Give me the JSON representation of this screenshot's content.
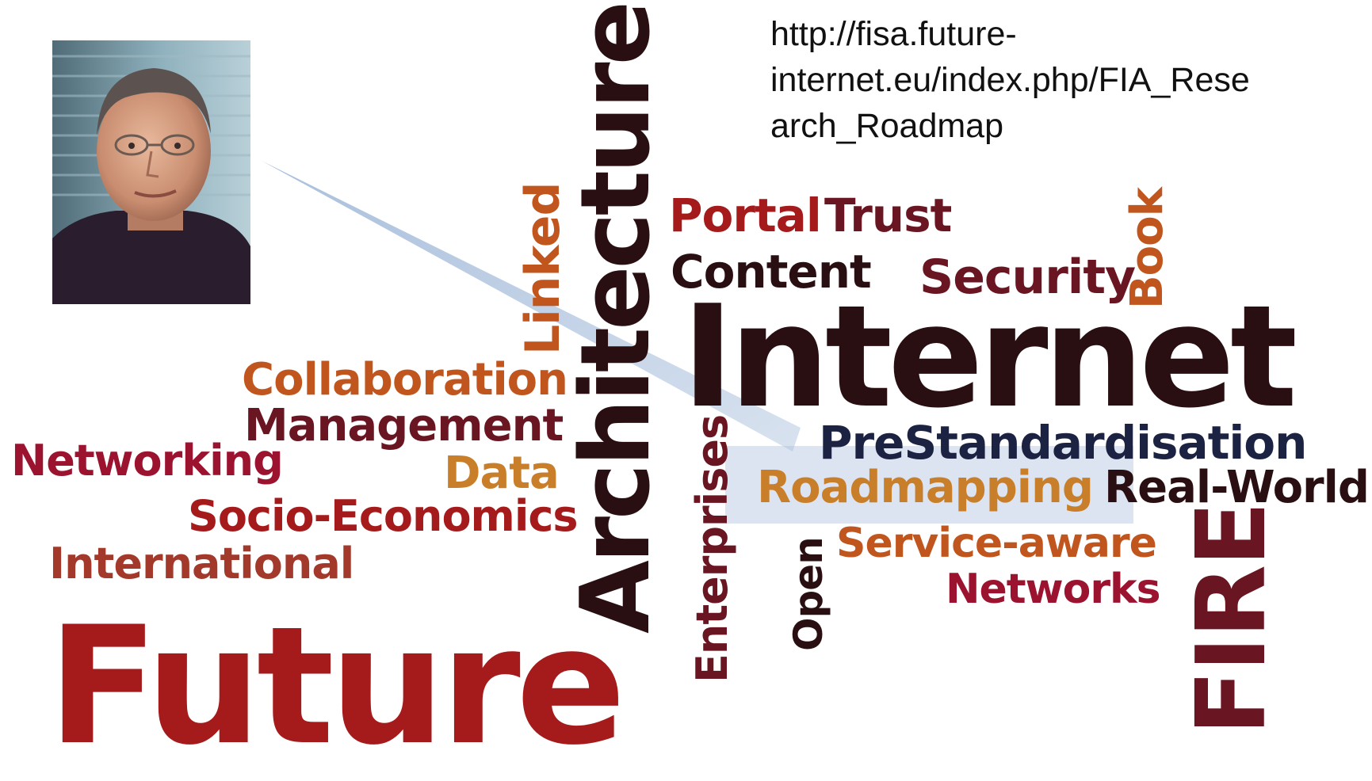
{
  "url_lines": [
    "http://fisa.future-",
    "internet.eu/index.php/FIA_Rese",
    "arch_Roadmap"
  ],
  "colors": {
    "dark": "#2a0f12",
    "maroon": "#6a1522",
    "red": "#a51a1b",
    "crimson": "#9c1330",
    "orange": "#c0561e",
    "amber": "#c97f2a",
    "navy": "#1c2342",
    "callout": "#a9bfdc"
  },
  "words": {
    "future": "Future",
    "internet": "Internet",
    "architectures": "Architectures",
    "portal": "Portal",
    "trust": "Trust",
    "content": "Content",
    "security": "Security",
    "book": "Book",
    "linked": "Linked",
    "collaboration": "Collaboration",
    "management": "Management",
    "networking": "Networking",
    "data": "Data",
    "socio_economics": "Socio-Economics",
    "international": "International",
    "prestandardisation": "PreStandardisation",
    "roadmapping": "Roadmapping",
    "real_world": "Real-World",
    "enterprises": "Enterprises",
    "open": "Open",
    "service_aware": "Service-aware",
    "networks": "Networks",
    "fire": "FIRE"
  }
}
